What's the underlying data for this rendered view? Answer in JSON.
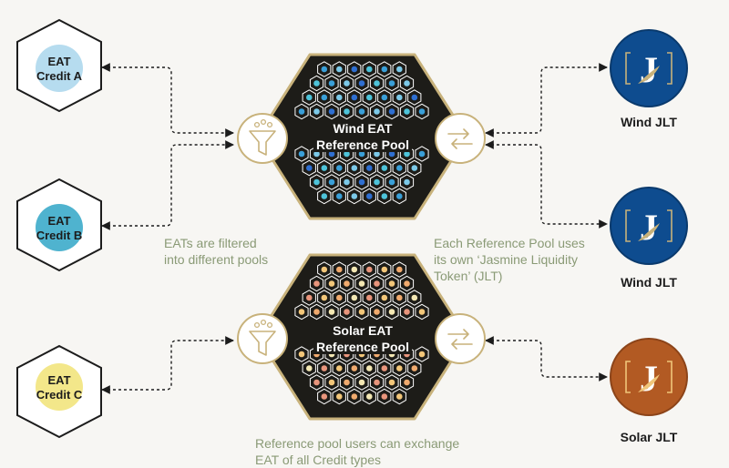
{
  "credits": [
    {
      "line1": "EAT",
      "line2": "Credit A",
      "fill": "#b6dcef"
    },
    {
      "line1": "EAT",
      "line2": "Credit B",
      "fill": "#4fb3cf"
    },
    {
      "line1": "EAT",
      "line2": "Credit C",
      "fill": "#f3e78a"
    }
  ],
  "pools": [
    {
      "line1": "Wind EAT",
      "line2": "Reference Pool",
      "dots": [
        "#3a9fd8",
        "#4ec3d9",
        "#2f6fd1",
        "#7cc9e8"
      ]
    },
    {
      "line1": "Solar EAT",
      "line2": "Reference Pool",
      "dots": [
        "#f2c679",
        "#e8957c",
        "#f3e7b3",
        "#f0aa6e"
      ]
    }
  ],
  "tokens": [
    {
      "label": "Wind JLT",
      "fill": "#0e4c8f",
      "letter": "J"
    },
    {
      "label": "Wind JLT",
      "fill": "#0e4c8f",
      "letter": "J"
    },
    {
      "label": "Solar JLT",
      "fill": "#b25a23",
      "letter": "J"
    }
  ],
  "captions": {
    "filter_line1": "EATs are filtered",
    "filter_line2": "into different pools",
    "jlt_line1": "Each Reference Pool uses",
    "jlt_line2": "its own ‘Jasmine Liquidity",
    "jlt_line3": "Token’ (JLT)",
    "exchange_line1": "Reference pool users can exchange",
    "exchange_line2": "EAT of all Credit types"
  },
  "colors": {
    "gold": "#c8b27b",
    "pool_bg": "#1d1c18",
    "cell_stroke": "#ffffff",
    "connector": "#1c1c1c",
    "icon_circle_fill": "#ffffff"
  },
  "icons": {
    "filter": "funnel-icon",
    "exchange": "exchange-arrows-icon",
    "token": "jasmine-leaf-icon"
  }
}
